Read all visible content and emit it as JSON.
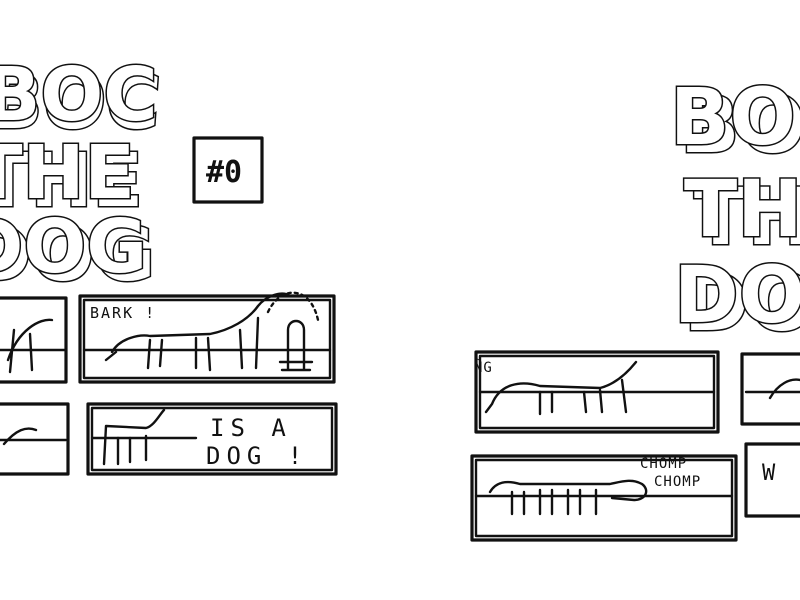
{
  "left_page": {
    "title_lines": [
      "BOC",
      "THE",
      "DOG"
    ],
    "issue_number": "#0",
    "panel_1_sound": "BARK !",
    "panel_4_text_line1": "IS A",
    "panel_4_text_line2": "DOG !"
  },
  "right_page": {
    "title_lines": [
      "BO",
      "TH",
      "DO"
    ],
    "panel_1_sound": "ÑG",
    "panel_2_sound_line1": "CHOMP",
    "panel_2_sound_line2": "CHOMP",
    "panel_edge_text": "W"
  }
}
